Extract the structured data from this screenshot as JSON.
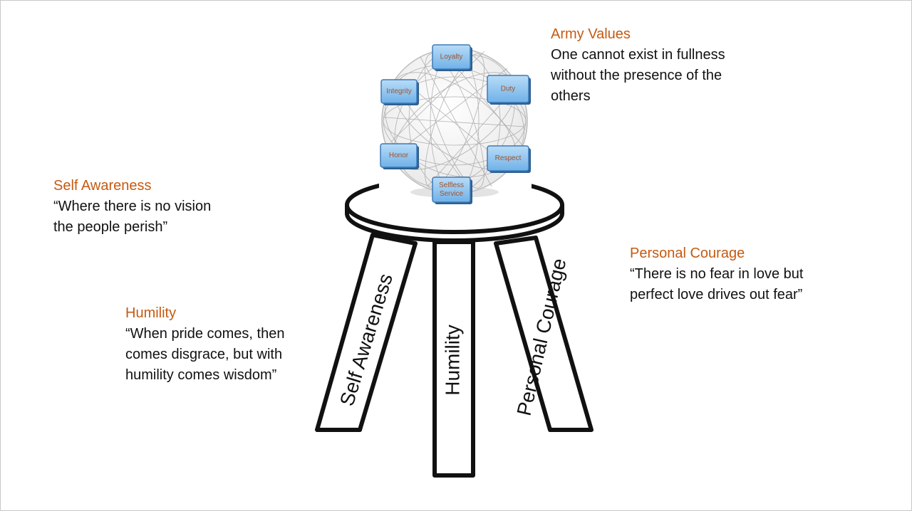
{
  "army_values": {
    "heading": "Army Values",
    "lines": [
      "One cannot exist in fullness",
      "without the presence of the",
      "others"
    ]
  },
  "self_awareness": {
    "heading": "Self Awareness",
    "lines": [
      "“Where there is no vision",
      "the people perish”"
    ]
  },
  "personal_courage": {
    "heading": "Personal Courage",
    "lines": [
      "“There is no fear in love but",
      "perfect love drives out fear”"
    ]
  },
  "humility": {
    "heading": "Humility",
    "lines": [
      "“When pride comes, then",
      "comes disgrace, but with",
      "humility comes wisdom”"
    ]
  },
  "stool": {
    "legs": [
      "Self Awareness",
      "Humility",
      "Personal Courage"
    ]
  },
  "values_sphere": {
    "values": [
      {
        "lines": [
          "Loyalty"
        ]
      },
      {
        "lines": [
          "Duty"
        ]
      },
      {
        "lines": [
          "Integrity"
        ]
      },
      {
        "lines": [
          "Honor"
        ]
      },
      {
        "lines": [
          "Respect"
        ]
      },
      {
        "lines": [
          "Selfless",
          "Service"
        ]
      }
    ]
  },
  "colors": {
    "heading": "#c55a11",
    "body_text": "#111111",
    "value_box": "#8ec3ee",
    "value_text": "#a4522a"
  }
}
